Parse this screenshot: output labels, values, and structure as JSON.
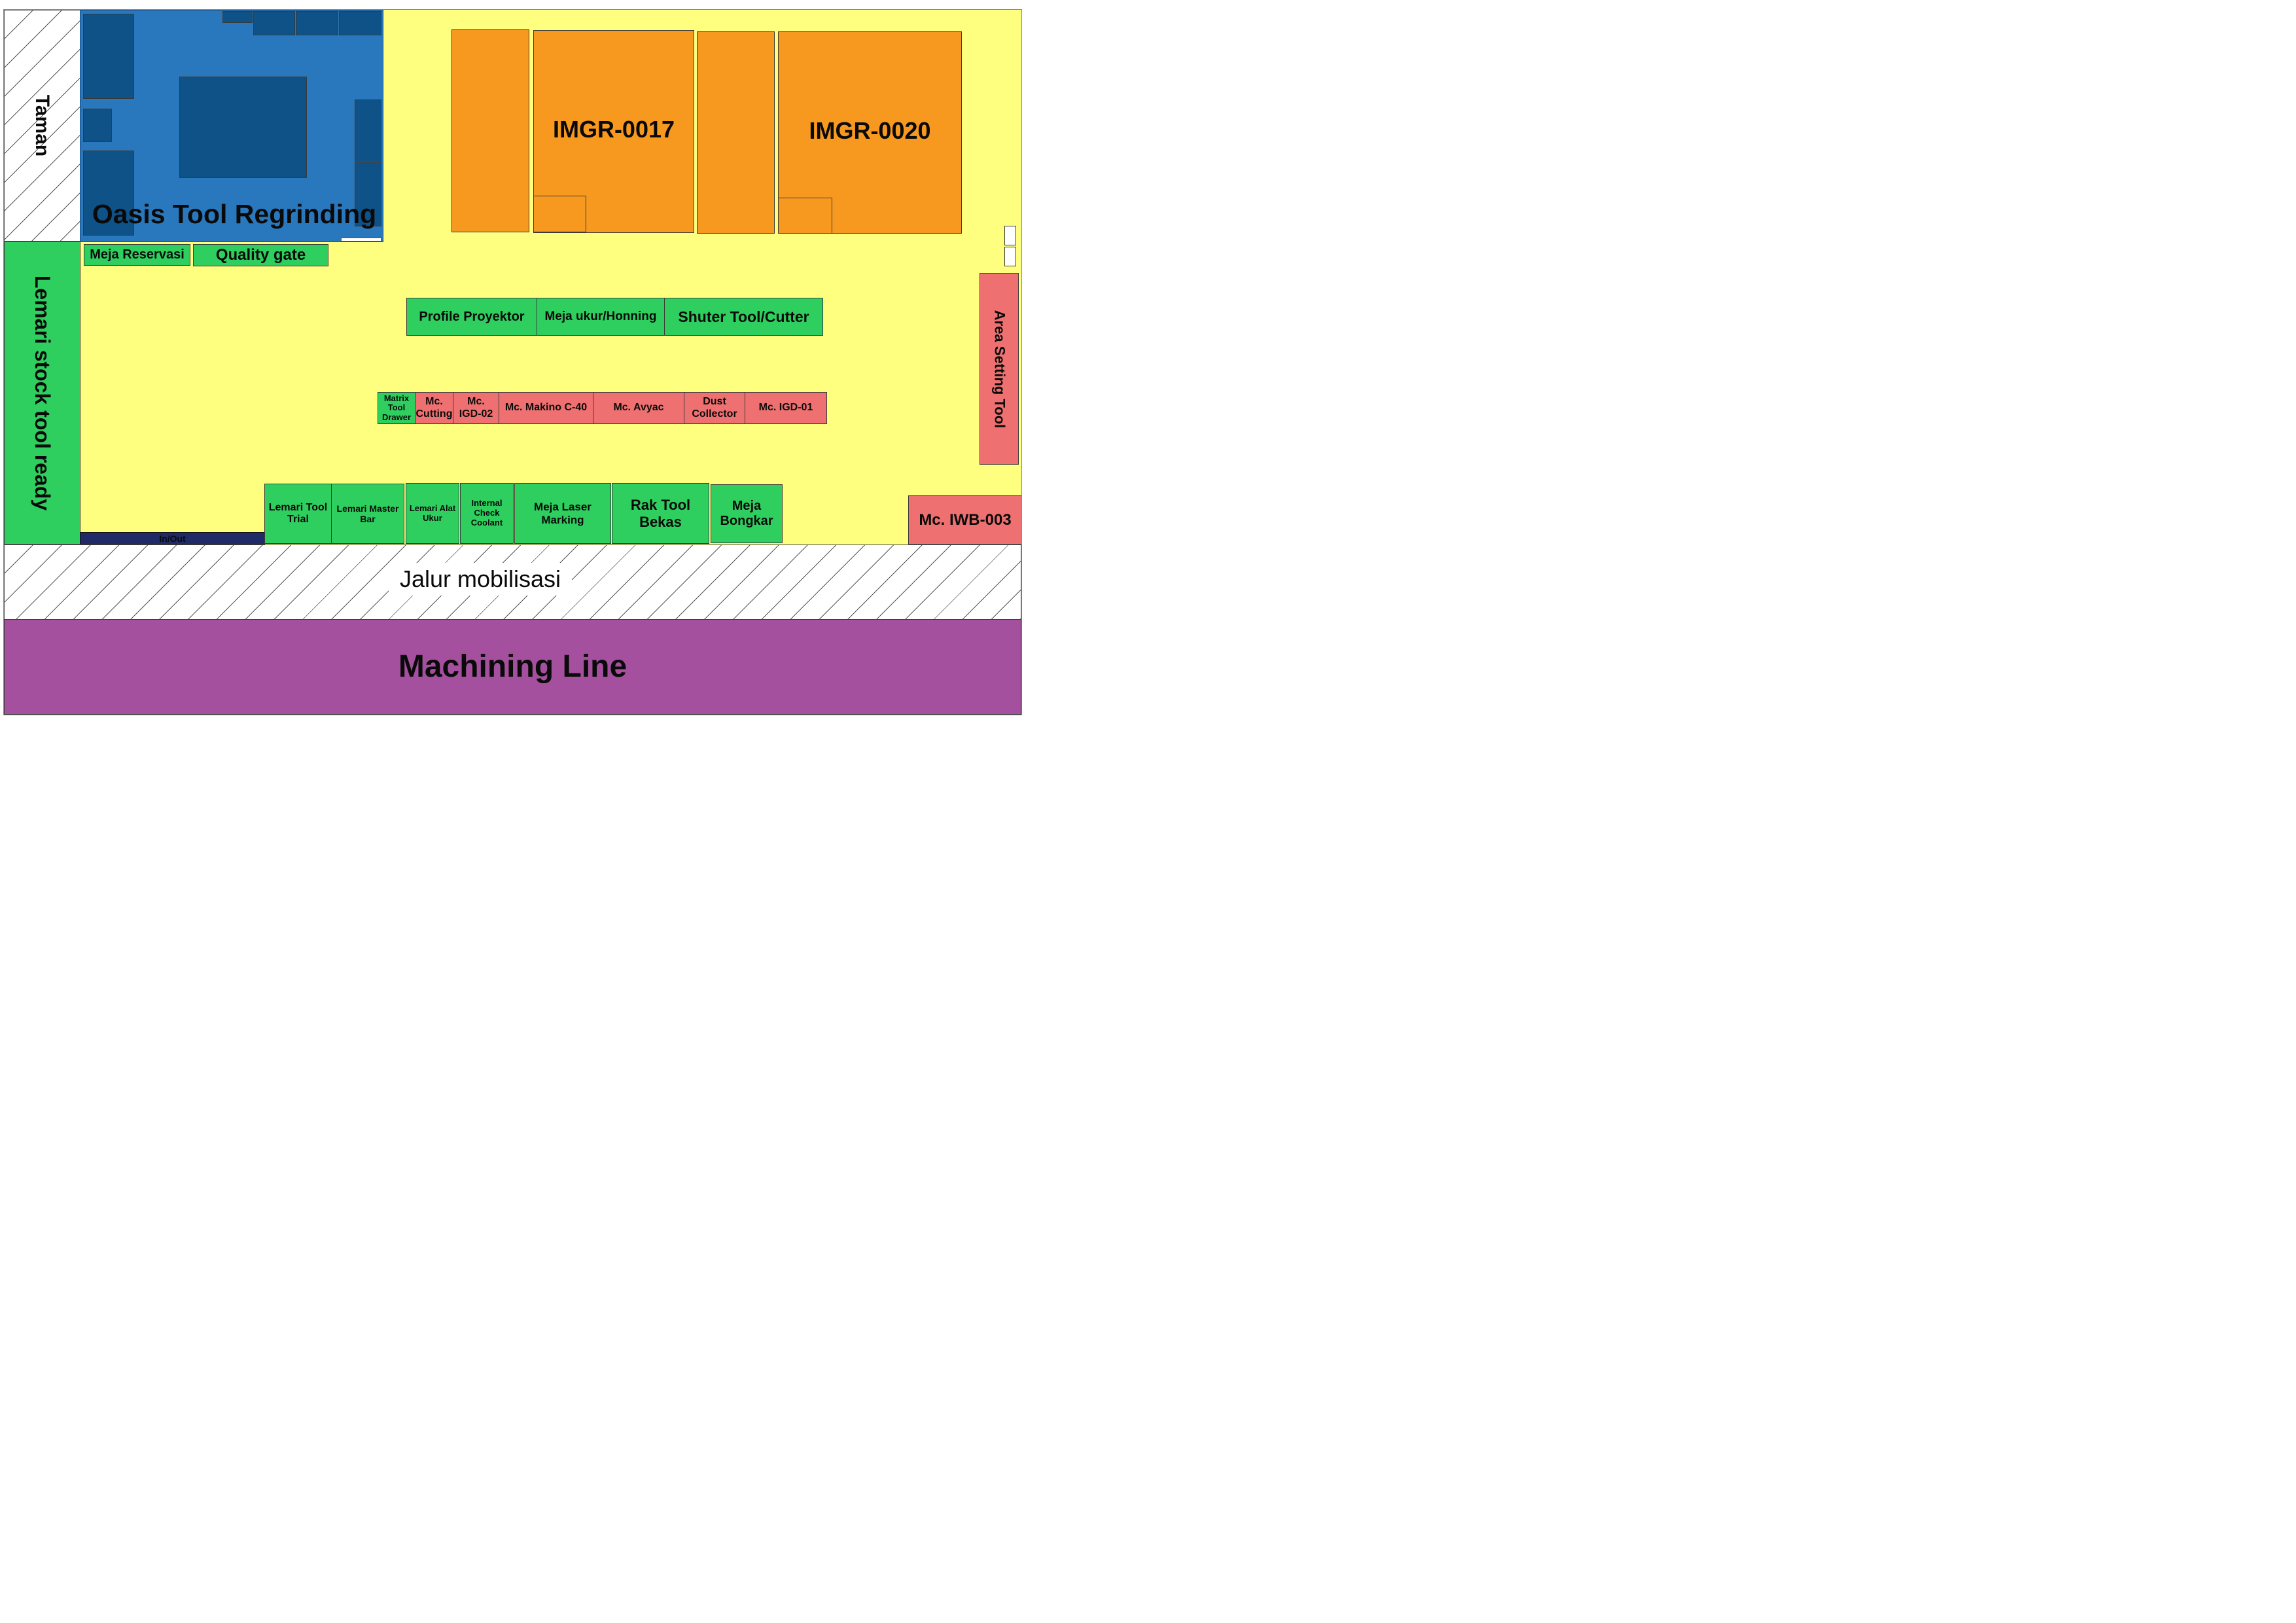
{
  "colors": {
    "floor": "#FEFE7F",
    "green_zone": "#2ECF5E",
    "blue_zone": "#2978BD",
    "blue_dark": "#0F5287",
    "orange_machine": "#F7991F",
    "red_machine": "#EF7070",
    "purple_line": "#A5509F",
    "navy_strip": "#1F2A66"
  },
  "zones": {
    "taman": "Taman",
    "oasis": "Oasis Tool Regrinding",
    "lemari_stock": "Lemari stock tool ready",
    "jalur": "Jalur mobilisasi",
    "machining_line": "Machining Line",
    "area_setting": "Area Setting Tool",
    "in_out": "In/Out"
  },
  "machines": {
    "imgr_0017": "IMGR-0017",
    "imgr_0020": "IMGR-0020",
    "mc_iwb_003": "Mc. IWB-003"
  },
  "top_row": {
    "meja_reservasi": "Meja Reservasi",
    "quality_gate": "Quality gate"
  },
  "center_row": {
    "profile_proyektor": "Profile Proyektor",
    "meja_ukur": "Meja ukur/Honning",
    "shuter_tool": "Shuter Tool/Cutter"
  },
  "middle_row": {
    "matrix_drawer": "Matrix\nTool\nDrawer",
    "mc_cutting": "Mc.\nCutting",
    "mc_igd_02": "Mc.\nIGD-02",
    "mc_makino": "Mc. Makino C-40",
    "mc_avyac": "Mc. Avyac",
    "dust_collector": "Dust\nCollector",
    "mc_igd_01": "Mc. IGD-01"
  },
  "bottom_row": {
    "lemari_tool_trial": "Lemari Tool\nTrial",
    "lemari_master_bar": "Lemari Master\nBar",
    "lemari_alat_ukur": "Lemari Alat\nUkur",
    "internal_check": "Internal\nCheck\nCoolant",
    "meja_laser": "Meja Laser\nMarking",
    "rak_tool_bekas": "Rak Tool\nBekas",
    "meja_bongkar": "Meja\nBongkar"
  }
}
